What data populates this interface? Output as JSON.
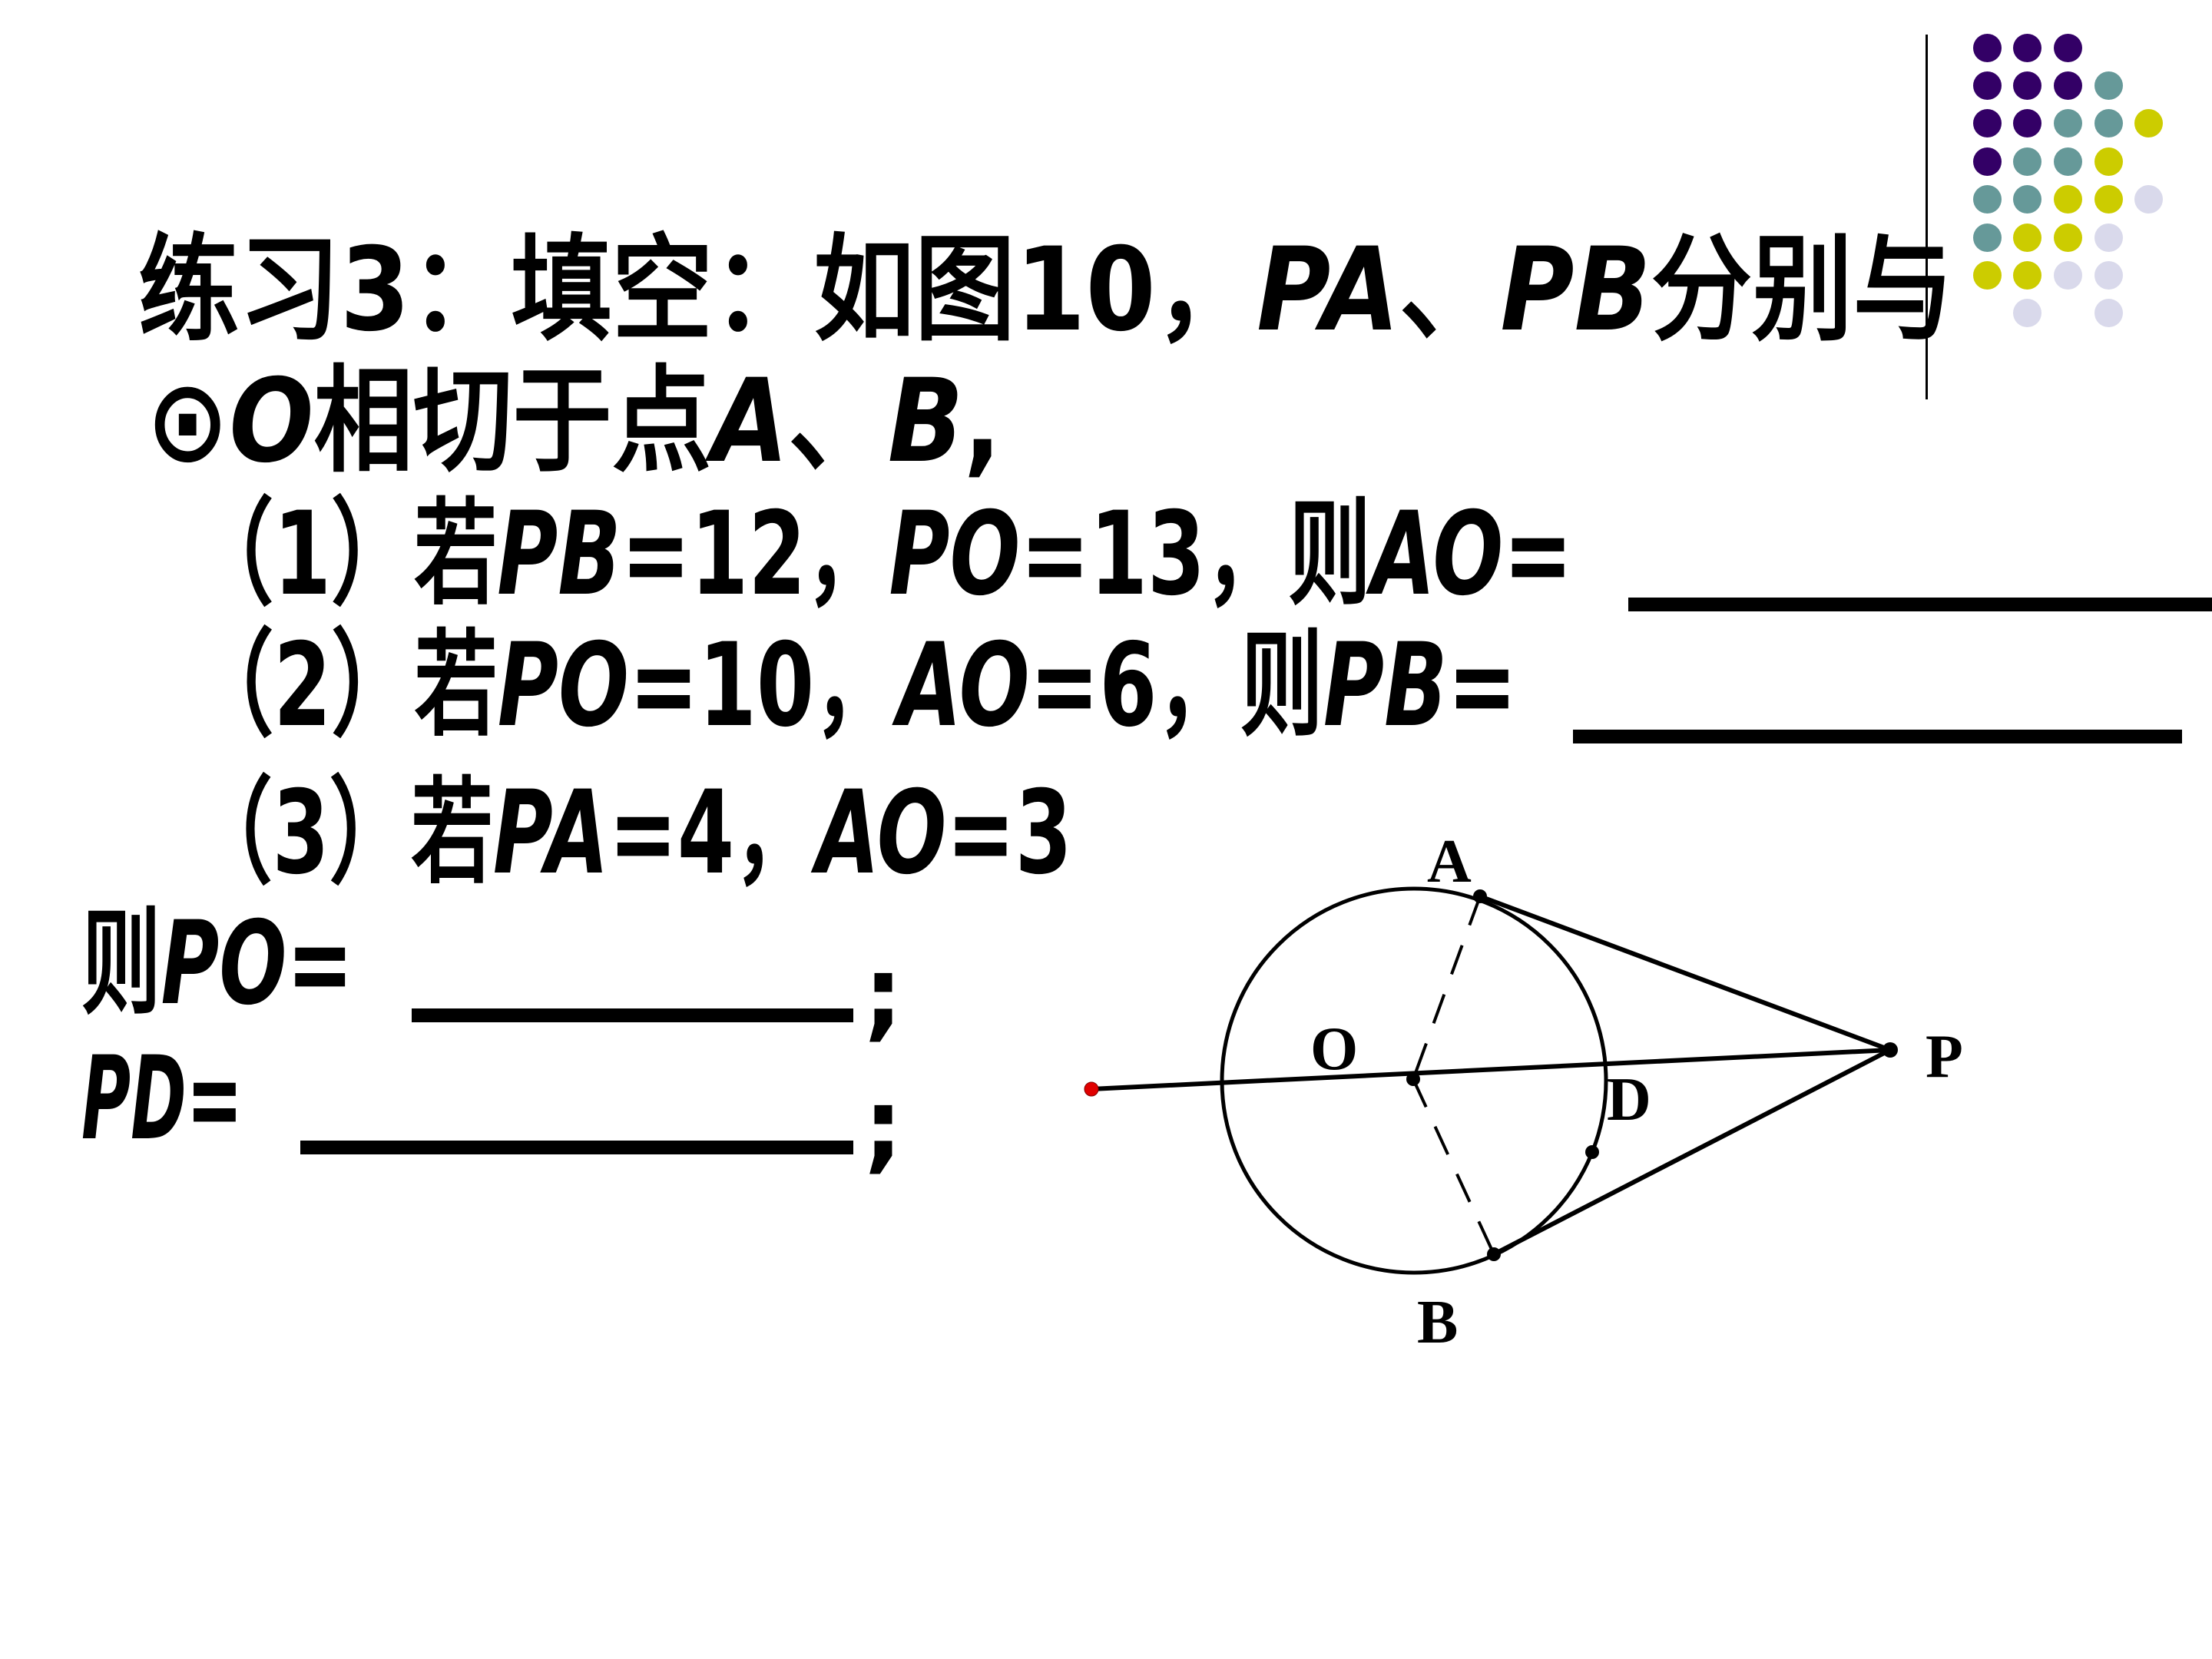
{
  "slide": {
    "title_line1": {
      "segments": [
        {
          "text": "练习3：填空：如图10，",
          "italic": false
        },
        {
          "text": "PA",
          "italic": true
        },
        {
          "text": "、",
          "italic": false
        },
        {
          "text": "PB",
          "italic": true
        },
        {
          "text": "分别与",
          "italic": false
        }
      ]
    },
    "title_line2": {
      "segments": [
        {
          "text": "⊙",
          "italic": false
        },
        {
          "text": "O",
          "italic": true
        },
        {
          "text": "相切于点",
          "italic": false
        },
        {
          "text": "A",
          "italic": true
        },
        {
          "text": "、",
          "italic": false
        },
        {
          "text": "B",
          "italic": true
        },
        {
          "text": ",",
          "italic": false
        }
      ]
    },
    "questions": [
      {
        "segments": [
          {
            "text": "（1）若",
            "italic": false
          },
          {
            "text": "PB",
            "italic": true
          },
          {
            "text": "=12，",
            "italic": false
          },
          {
            "text": "PO",
            "italic": true
          },
          {
            "text": "=13，则",
            "italic": false
          },
          {
            "text": "AO",
            "italic": true
          },
          {
            "text": "=",
            "italic": false
          }
        ],
        "answer_blank": ""
      },
      {
        "segments": [
          {
            "text": "（2）若",
            "italic": false
          },
          {
            "text": "PO",
            "italic": true
          },
          {
            "text": "=10，",
            "italic": false
          },
          {
            "text": "AO",
            "italic": true
          },
          {
            "text": "=6，则",
            "italic": false
          },
          {
            "text": "PB",
            "italic": true
          },
          {
            "text": "=",
            "italic": false
          }
        ],
        "answer_blank": ""
      },
      {
        "segments": [
          {
            "text": "（3）若",
            "italic": false
          },
          {
            "text": "PA",
            "italic": true
          },
          {
            "text": "=4，",
            "italic": false
          },
          {
            "text": "AO",
            "italic": true
          },
          {
            "text": "=3",
            "italic": false
          }
        ]
      }
    ],
    "sub_answers": [
      {
        "segments": [
          {
            "text": "则",
            "italic": false
          },
          {
            "text": "PO",
            "italic": true
          },
          {
            "text": "=",
            "italic": false
          }
        ],
        "answer_blank": "",
        "terminator": ";"
      },
      {
        "segments": [
          {
            "text": "PD",
            "italic": true
          },
          {
            "text": "=",
            "italic": false
          }
        ],
        "answer_blank": "",
        "terminator": ";"
      }
    ]
  },
  "figure": {
    "labels": {
      "A": "A",
      "B": "B",
      "O": "O",
      "P": "P",
      "D": "D"
    },
    "colors": {
      "stroke": "#000000",
      "endpoint": "#e00000"
    }
  },
  "decoration": {
    "dot_colors": {
      "purple": "#330066",
      "teal": "#669999",
      "yellow": "#cccc00",
      "lavender": "#d9d9eb"
    },
    "dot_grid": [
      [
        "purple",
        "purple",
        "purple",
        null,
        null
      ],
      [
        "purple",
        "purple",
        "purple",
        "teal",
        null
      ],
      [
        "purple",
        "purple",
        "teal",
        "teal",
        "yellow"
      ],
      [
        "purple",
        "teal",
        "teal",
        "yellow",
        null
      ],
      [
        "teal",
        "teal",
        "yellow",
        "yellow",
        "lavender"
      ],
      [
        "teal",
        "yellow",
        "yellow",
        "lavender",
        null
      ],
      [
        "yellow",
        "yellow",
        "lavender",
        "lavender",
        null
      ],
      [
        null,
        "lavender",
        null,
        "lavender",
        null
      ]
    ]
  }
}
